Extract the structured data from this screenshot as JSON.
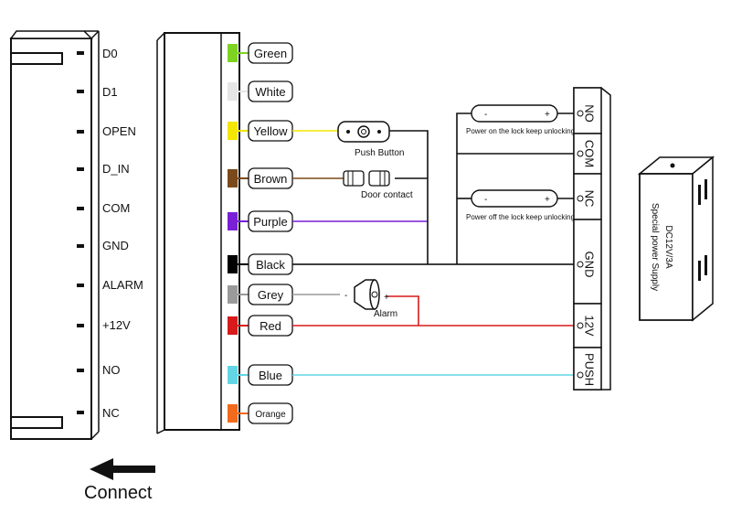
{
  "pins": [
    {
      "label": "D0"
    },
    {
      "label": "D1"
    },
    {
      "label": "OPEN"
    },
    {
      "label": "D_IN"
    },
    {
      "label": "COM"
    },
    {
      "label": "GND"
    },
    {
      "label": "ALARM"
    },
    {
      "label": "+12V"
    },
    {
      "label": "NO"
    },
    {
      "label": "NC"
    }
  ],
  "wires": [
    {
      "label": "Green",
      "color": "#7ed321"
    },
    {
      "label": "White",
      "color": "#e6e6e6"
    },
    {
      "label": "Yellow",
      "color": "#f4e600"
    },
    {
      "label": "Brown",
      "color": "#7a4a1a"
    },
    {
      "label": "Purple",
      "color": "#7a1fd6"
    },
    {
      "label": "Black",
      "color": "#000000"
    },
    {
      "label": "Grey",
      "color": "#9a9a9a"
    },
    {
      "label": "Red",
      "color": "#d71a1a"
    },
    {
      "label": "Blue",
      "color": "#62d6e6"
    },
    {
      "label": "Orange",
      "color": "#f26a1b"
    }
  ],
  "push_button": {
    "label": "Push Button"
  },
  "door_contact": {
    "label": "Door contact"
  },
  "alarm": {
    "label": "Alarm",
    "minus": "-",
    "plus": "+"
  },
  "lock_top": {
    "minus": "-",
    "plus": "+",
    "caption": "Power on the lock keep unlocking"
  },
  "lock_bottom": {
    "minus": "-",
    "plus": "+",
    "caption": "Power off the lock keep unlocking"
  },
  "terminals": [
    {
      "label": "NO"
    },
    {
      "label": "COM"
    },
    {
      "label": "NC"
    },
    {
      "label": "GND"
    },
    {
      "label": "12V"
    },
    {
      "label": "PUSH"
    }
  ],
  "power_supply": {
    "line1": "DC12V/3A",
    "line2": "Special power Supply"
  },
  "connect": {
    "label": "Connect"
  }
}
